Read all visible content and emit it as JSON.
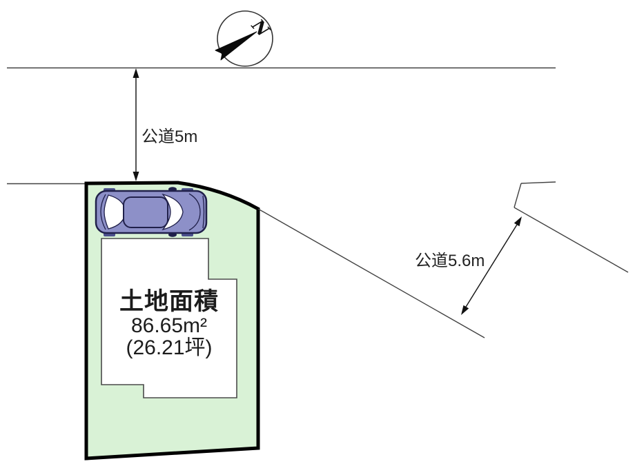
{
  "compass": {
    "north_label": "N"
  },
  "road_top": {
    "label": "公道5m"
  },
  "road_side": {
    "label": "公道5.6m"
  },
  "parcel": {
    "area_title": "土地面積",
    "area_sqm": "86.65m²",
    "area_tsubo": "(26.21坪)"
  },
  "colors": {
    "parcel_fill": "#d9f2d6",
    "parcel_border": "#000000",
    "building_fill": "#ffffff",
    "car_body": "#8d90c8",
    "road_line": "#414141",
    "arrow": "#1a1a1a"
  }
}
